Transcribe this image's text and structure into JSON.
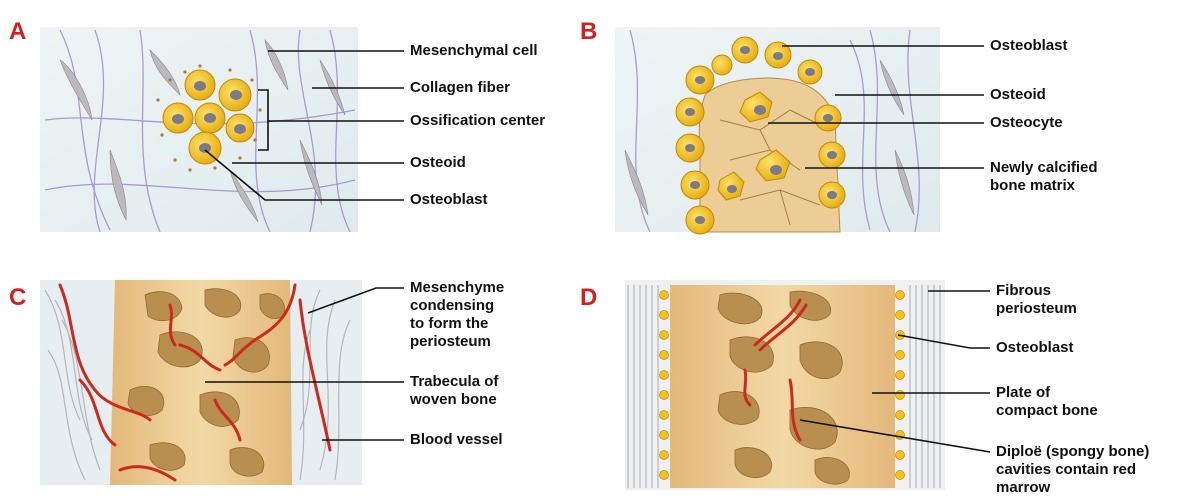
{
  "panels": {
    "a": {
      "letter": "A",
      "labels": {
        "mesenchymal_cell": "Mesenchymal cell",
        "collagen_fiber": "Collagen fiber",
        "ossification_center": "Ossification center",
        "osteoid": "Osteoid",
        "osteoblast": "Osteoblast"
      }
    },
    "b": {
      "letter": "B",
      "labels": {
        "osteoblast": "Osteoblast",
        "osteoid": "Osteoid",
        "osteocyte": "Osteocyte",
        "newly_calcified": "Newly calcified\nbone matrix"
      }
    },
    "c": {
      "letter": "C",
      "labels": {
        "mesenchyme": "Mesenchyme\ncondensing\nto form the\nperiosteum",
        "trabecula": "Trabecula of\nwoven bone",
        "blood_vessel": "Blood vessel"
      }
    },
    "d": {
      "letter": "D",
      "labels": {
        "fibrous_periosteum": "Fibrous\nperiosteum",
        "osteoblast": "Osteoblast",
        "plate_compact": "Plate of\ncompact bone",
        "diploe": "Diploë (spongy bone)\ncavities contain red\nmarrow"
      }
    }
  },
  "colors": {
    "panel_letter": "#d51e1e",
    "cell_yellow": "#f2c11a",
    "nucleus": "#7a7a88",
    "bone": "#e9c98f",
    "cavity": "#b88f4f",
    "vessel": "#cc2a1c",
    "background_tissue": "#e4eef0",
    "fiber": "#9c8fc4"
  }
}
